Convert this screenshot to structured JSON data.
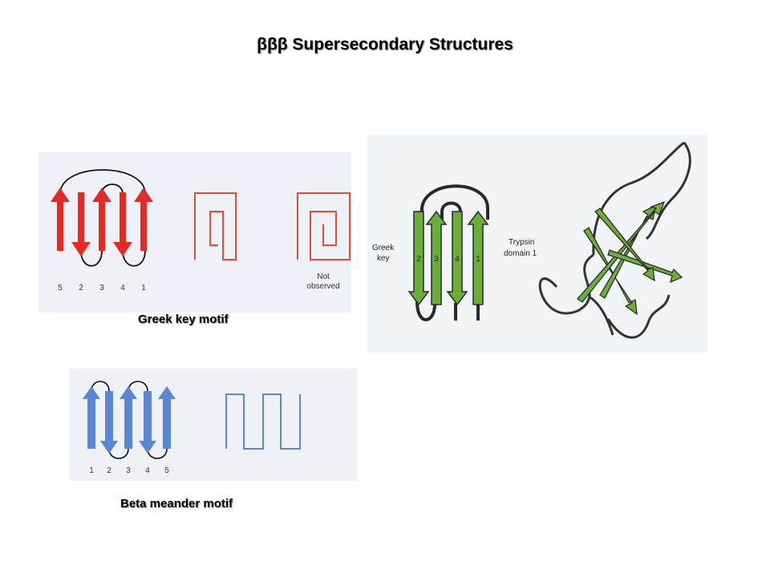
{
  "title": "βββ Supersecondary Structures",
  "greek_key_panel": {
    "strand_numbers": [
      "5",
      "2",
      "3",
      "4",
      "1"
    ],
    "not_observed": [
      "Not",
      "observed"
    ],
    "caption": "Greek key motif",
    "colors": {
      "strand": "#e42a22",
      "topology": "#e54a3a",
      "background": "#eef2f8"
    }
  },
  "trypsin_panel": {
    "greek_label": [
      "Greek",
      "key"
    ],
    "trypsin_label": [
      "Trypsin",
      "domain 1"
    ],
    "strand_numbers": [
      "2",
      "3",
      "4",
      "1"
    ],
    "colors": {
      "strand": "#6aae3c",
      "background": "#f2f5f7"
    }
  },
  "meander_panel": {
    "strand_numbers": [
      "1",
      "2",
      "3",
      "4",
      "5"
    ],
    "caption": "Beta meander motif",
    "colors": {
      "strand": "#5b86d1",
      "topology": "#5b86d1",
      "background": "#eef1f6"
    }
  }
}
